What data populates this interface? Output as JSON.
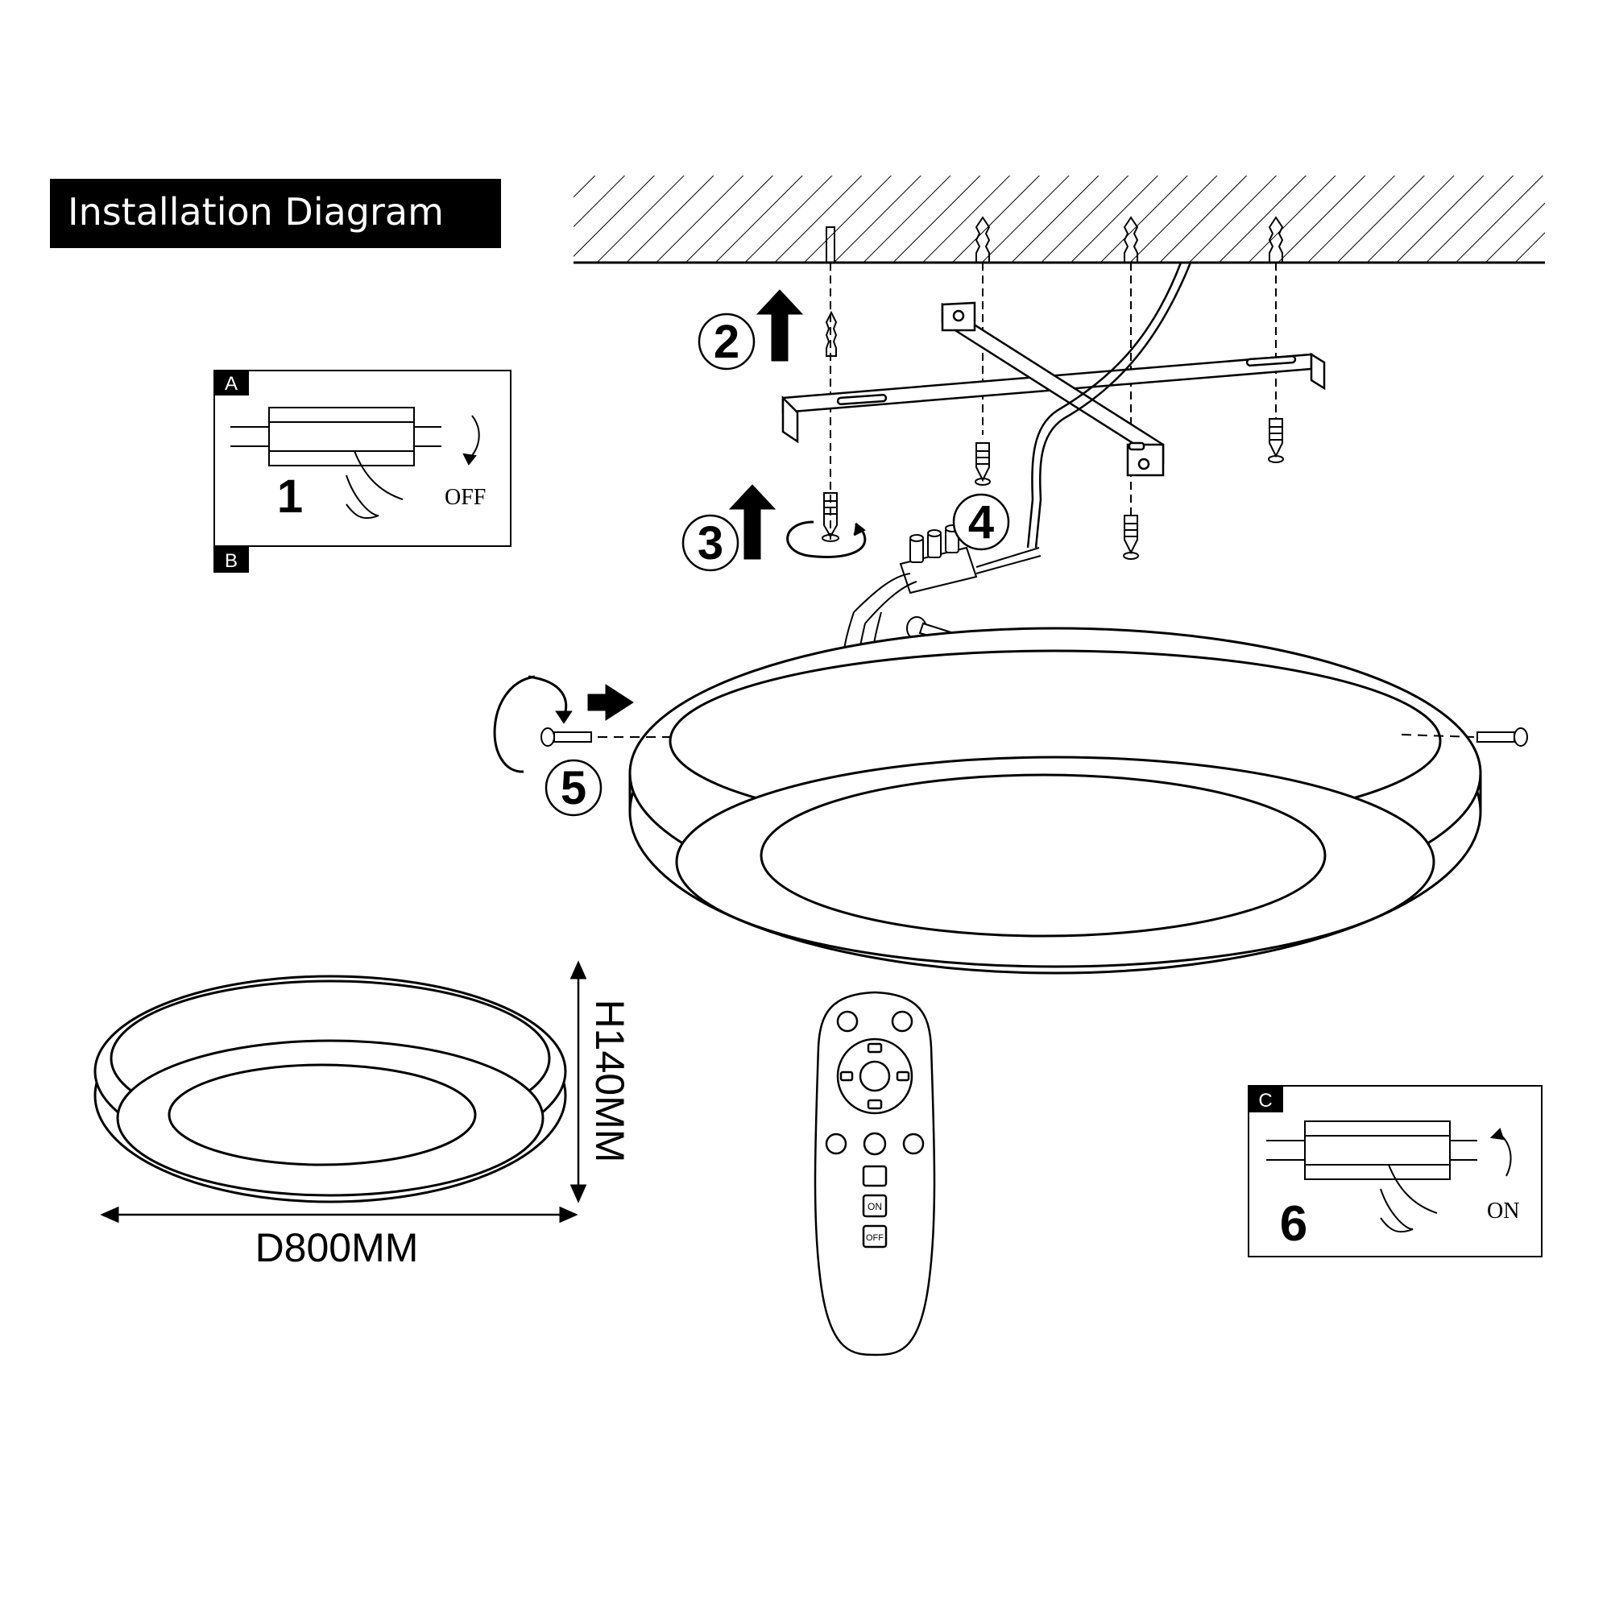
{
  "title": "Installation Diagram",
  "steps": [
    "1",
    "2",
    "3",
    "4",
    "5",
    "6"
  ],
  "panel_labels": {
    "a": "A",
    "b": "B",
    "c": "C"
  },
  "switch_off_label": "OFF",
  "switch_on_label": "ON",
  "dimensions": {
    "diameter": "D800MM",
    "height": "H140MM"
  },
  "remote_buttons": {
    "on": "ON",
    "off": "OFF"
  },
  "colors": {
    "ink": "#000000",
    "paper": "#ffffff",
    "title_bg": "#000000",
    "title_text": "#ffffff"
  }
}
